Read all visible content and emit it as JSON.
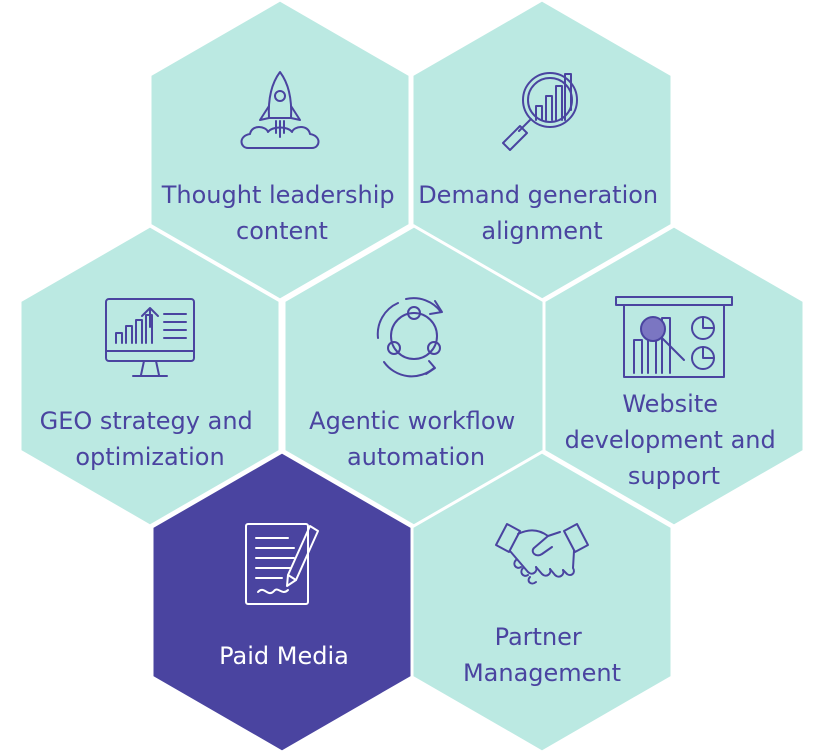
{
  "colors": {
    "background": "#ffffff",
    "hex_fill": "#bbe9e2",
    "hex_border": "#ffffff",
    "highlight_fill": "#4a44a0",
    "text": "#4a44a0",
    "highlight_text": "#ffffff",
    "icon_stroke": "#4a44a0",
    "accent_fill": "#7b76c2"
  },
  "tiles": [
    {
      "id": "thought-leadership",
      "lines": [
        "Thought leadership",
        "content"
      ],
      "icon": "rocket-icon",
      "highlighted": false
    },
    {
      "id": "demand-generation",
      "lines": [
        "Demand generation",
        "alignment"
      ],
      "icon": "magnifier-chart-icon",
      "highlighted": false
    },
    {
      "id": "geo-strategy",
      "lines": [
        "GEO strategy and",
        "optimization"
      ],
      "icon": "monitor-analytics-icon",
      "highlighted": false
    },
    {
      "id": "agentic-workflow",
      "lines": [
        "Agentic workflow",
        "automation"
      ],
      "icon": "cycle-nodes-icon",
      "highlighted": false
    },
    {
      "id": "website-development",
      "lines": [
        "Website",
        "development and",
        "support"
      ],
      "icon": "presentation-board-icon",
      "highlighted": false
    },
    {
      "id": "paid-media",
      "lines": [
        "Paid Media"
      ],
      "icon": "document-pen-icon",
      "highlighted": true
    },
    {
      "id": "partner-management",
      "lines": [
        "Partner",
        "Management"
      ],
      "icon": "handshake-icon",
      "highlighted": false
    }
  ]
}
